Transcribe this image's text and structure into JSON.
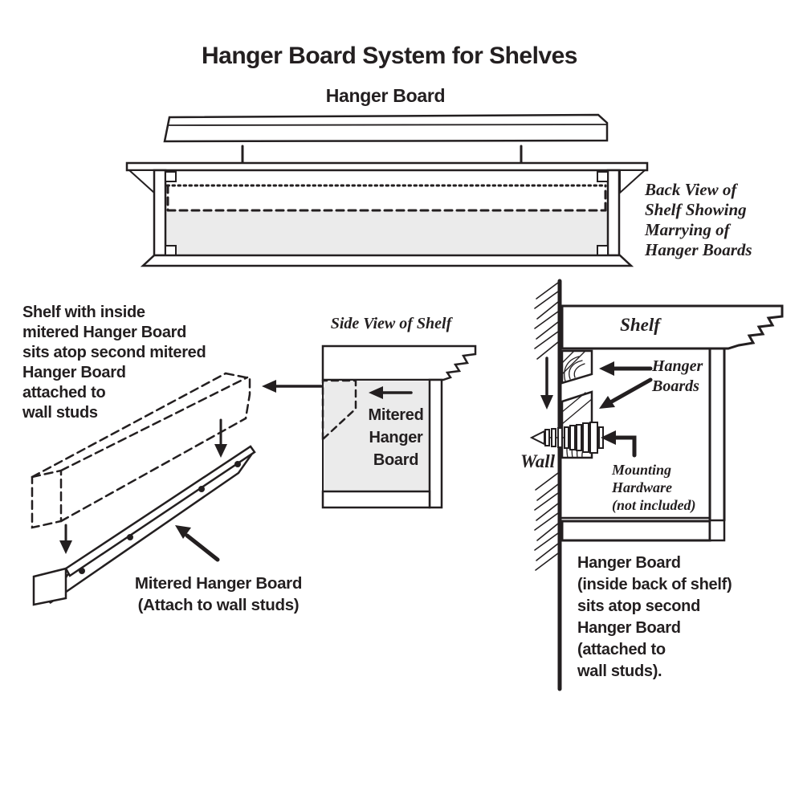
{
  "title": "Hanger Board System for Shelves",
  "back_view": {
    "board_label": "Hanger Board",
    "caption_lines": [
      "Back View of",
      "Shelf Showing",
      "Marrying of",
      "Hanger Boards"
    ]
  },
  "iso_view": {
    "note_lines": [
      "Shelf with inside",
      "mitered Hanger Board",
      "sits atop second mitered",
      "Hanger Board",
      "attached to",
      "wall studs"
    ],
    "board_label_lines": [
      "Mitered Hanger Board",
      "(Attach to wall studs)"
    ]
  },
  "side_view": {
    "title": "Side View of Shelf",
    "board_label_lines": [
      "Mitered",
      "Hanger",
      "Board"
    ]
  },
  "wall_view": {
    "shelf_label": "Shelf",
    "wall_label": "Wall",
    "hanger_boards_lines": [
      "Hanger",
      "Boards"
    ],
    "mounting_lines": [
      "Mounting",
      "Hardware",
      "(not included)"
    ],
    "note_lines": [
      "Hanger Board",
      "(inside back of shelf)",
      "sits atop second",
      "Hanger Board",
      "(attached to",
      "wall studs)."
    ]
  },
  "colors": {
    "ink": "#231f20",
    "gray_fill": "#ebebeb",
    "background": "#ffffff"
  }
}
